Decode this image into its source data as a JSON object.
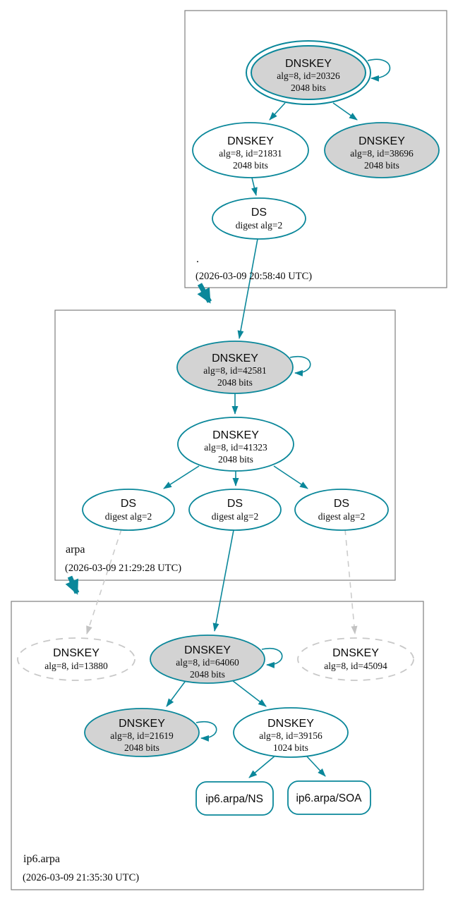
{
  "colors": {
    "secure_teal": "#0a879a",
    "node_fill_gray": "#d3d3d3",
    "node_fill_white": "#ffffff",
    "dashed_gray": "#c8c8c8",
    "zone_box_border": "#7f7f7f",
    "text": "#0b0b0b"
  },
  "zones": {
    "root": {
      "label": ".",
      "timestamp": "(2026-03-09 20:58:40 UTC)",
      "nodes": {
        "ksk": {
          "title": "DNSKEY",
          "detail": "alg=8, id=20326",
          "bits": "2048 bits"
        },
        "zsk": {
          "title": "DNSKEY",
          "detail": "alg=8, id=21831",
          "bits": "2048 bits"
        },
        "key38696": {
          "title": "DNSKEY",
          "detail": "alg=8, id=38696",
          "bits": "2048 bits"
        },
        "ds": {
          "title": "DS",
          "detail": "digest alg=2"
        }
      }
    },
    "arpa": {
      "label": "arpa",
      "timestamp": "(2026-03-09 21:29:28 UTC)",
      "nodes": {
        "ksk": {
          "title": "DNSKEY",
          "detail": "alg=8, id=42581",
          "bits": "2048 bits"
        },
        "zsk": {
          "title": "DNSKEY",
          "detail": "alg=8, id=41323",
          "bits": "2048 bits"
        },
        "ds1": {
          "title": "DS",
          "detail": "digest alg=2"
        },
        "ds2": {
          "title": "DS",
          "detail": "digest alg=2"
        },
        "ds3": {
          "title": "DS",
          "detail": "digest alg=2"
        }
      }
    },
    "ip6arpa": {
      "label": "ip6.arpa",
      "timestamp": "(2026-03-09 21:35:30 UTC)",
      "nodes": {
        "key13880": {
          "title": "DNSKEY",
          "detail": "alg=8, id=13880"
        },
        "ksk": {
          "title": "DNSKEY",
          "detail": "alg=8, id=64060",
          "bits": "2048 bits"
        },
        "key45094": {
          "title": "DNSKEY",
          "detail": "alg=8, id=45094"
        },
        "key21619": {
          "title": "DNSKEY",
          "detail": "alg=8, id=21619",
          "bits": "2048 bits"
        },
        "zsk": {
          "title": "DNSKEY",
          "detail": "alg=8, id=39156",
          "bits": "1024 bits"
        },
        "ns": {
          "label": "ip6.arpa/NS"
        },
        "soa": {
          "label": "ip6.arpa/SOA"
        }
      }
    }
  }
}
